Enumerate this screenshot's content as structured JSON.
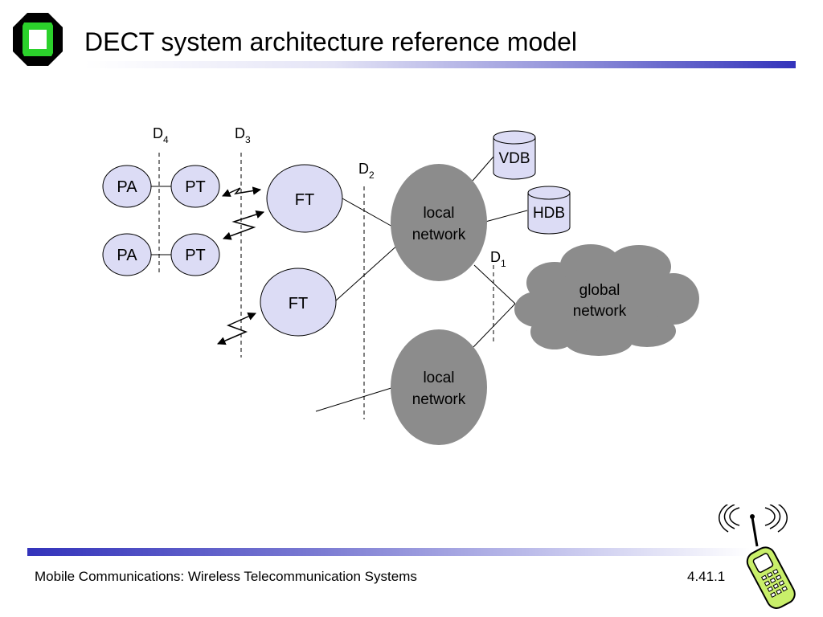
{
  "slide": {
    "title": "DECT system architecture reference model",
    "footer": "Mobile Communications: Wireless  Telecommunication Systems",
    "page_number": "4.41.1"
  },
  "diagram": {
    "nodes": {
      "pa1": "PA",
      "pt1": "PT",
      "pa2": "PA",
      "pt2": "PT",
      "ft1": "FT",
      "ft2": "FT",
      "local_net1": [
        "local",
        "network"
      ],
      "local_net2": [
        "local",
        "network"
      ],
      "global_net": [
        "global",
        "network"
      ],
      "vdb": "VDB",
      "hdb": "HDB"
    },
    "interfaces": {
      "d4": {
        "letter": "D",
        "sub": "4"
      },
      "d3": {
        "letter": "D",
        "sub": "3"
      },
      "d2": {
        "letter": "D",
        "sub": "2"
      },
      "d1": {
        "letter": "D",
        "sub": "1"
      }
    }
  },
  "colors": {
    "node_fill": "#dcdcf5",
    "network_fill": "#8c8c8c",
    "accent": "#3333bb"
  }
}
